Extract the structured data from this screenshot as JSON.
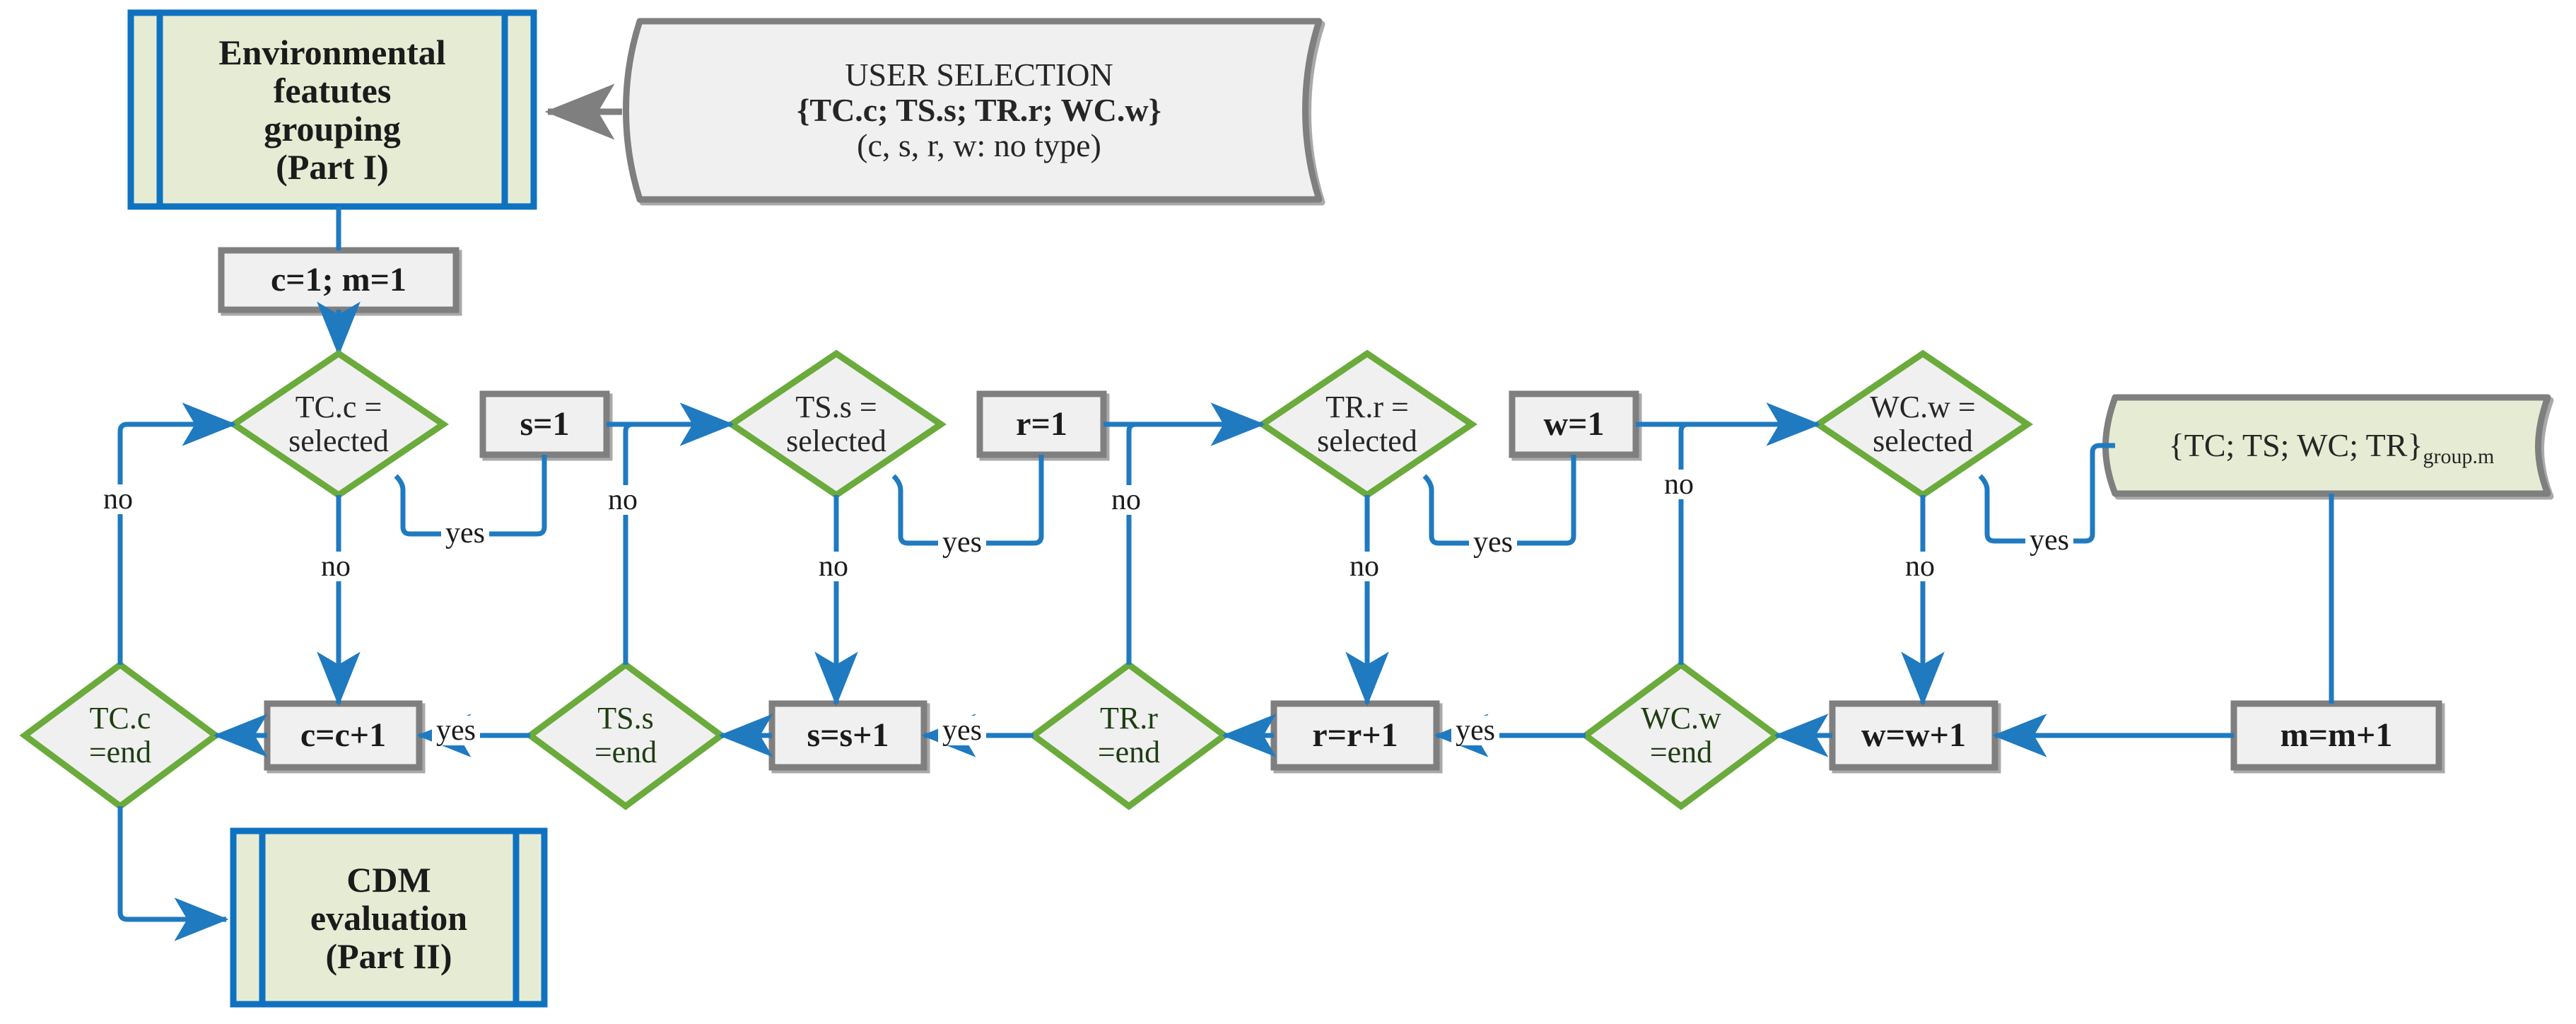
{
  "diagram": {
    "title_part1": "Environmental featutes grouping (Part I)",
    "colors": {
      "accent_blue": "#1f7ac0",
      "green_border": "#6aab3c",
      "gray_border": "#7f7f7f",
      "gray_fill": "#f0f0f0",
      "green_fill": "#e6ecd4",
      "part_border": "#0f72c0",
      "end_text": "#1f3d12"
    },
    "nodes": {
      "part1": {
        "line1": "Environmental",
        "line2": "featutes",
        "line3": "grouping",
        "line4": "(Part I)"
      },
      "user_selection": {
        "line1": "USER SELECTION",
        "line2": "{TC.c; TS.s; TR.r; WC.w}",
        "line3": "(c, s, r, w: no type)"
      },
      "init": {
        "label": "c=1; m=1"
      },
      "d_tc_sel": {
        "line1": "TC.c =",
        "line2": "selected"
      },
      "p_s1": {
        "label": "s=1"
      },
      "d_ts_sel": {
        "line1": "TS.s =",
        "line2": "selected"
      },
      "p_r1": {
        "label": "r=1"
      },
      "d_tr_sel": {
        "line1": "TR.r =",
        "line2": "selected"
      },
      "p_w1": {
        "label": "w=1"
      },
      "d_wc_sel": {
        "line1": "WC.w =",
        "line2": "selected"
      },
      "group": {
        "main": "{TC; TS; WC; TR}",
        "sub": "group.m"
      },
      "d_tc_end": {
        "line1": "TC.c",
        "line2": "=end"
      },
      "p_cinc": {
        "label": "c=c+1"
      },
      "d_ts_end": {
        "line1": "TS.s",
        "line2": "=end"
      },
      "p_sinc": {
        "label": "s=s+1"
      },
      "d_tr_end": {
        "line1": "TR.r",
        "line2": "=end"
      },
      "p_rinc": {
        "label": "r=r+1"
      },
      "d_wc_end": {
        "line1": "WC.w",
        "line2": "=end"
      },
      "p_winc": {
        "label": "w=w+1"
      },
      "p_minc": {
        "label": "m=m+1"
      },
      "part2": {
        "line1": "CDM",
        "line2": "evaluation",
        "line3": "(Part II)"
      }
    },
    "edge_labels": {
      "tc_no_left": "no",
      "tc_yes": "yes",
      "tc_no_down": "no",
      "s1_no": "no",
      "ts_yes": "yes",
      "ts_no_down": "no",
      "r1_no": "no",
      "tr_yes": "yes",
      "tr_no_down": "no",
      "w1_no": "no",
      "wc_yes": "yes",
      "wc_no_down": "no",
      "ts_end_yes": "yes",
      "tr_end_yes": "yes",
      "wc_end_yes": "yes",
      "tc_end_yes": "yes"
    }
  }
}
